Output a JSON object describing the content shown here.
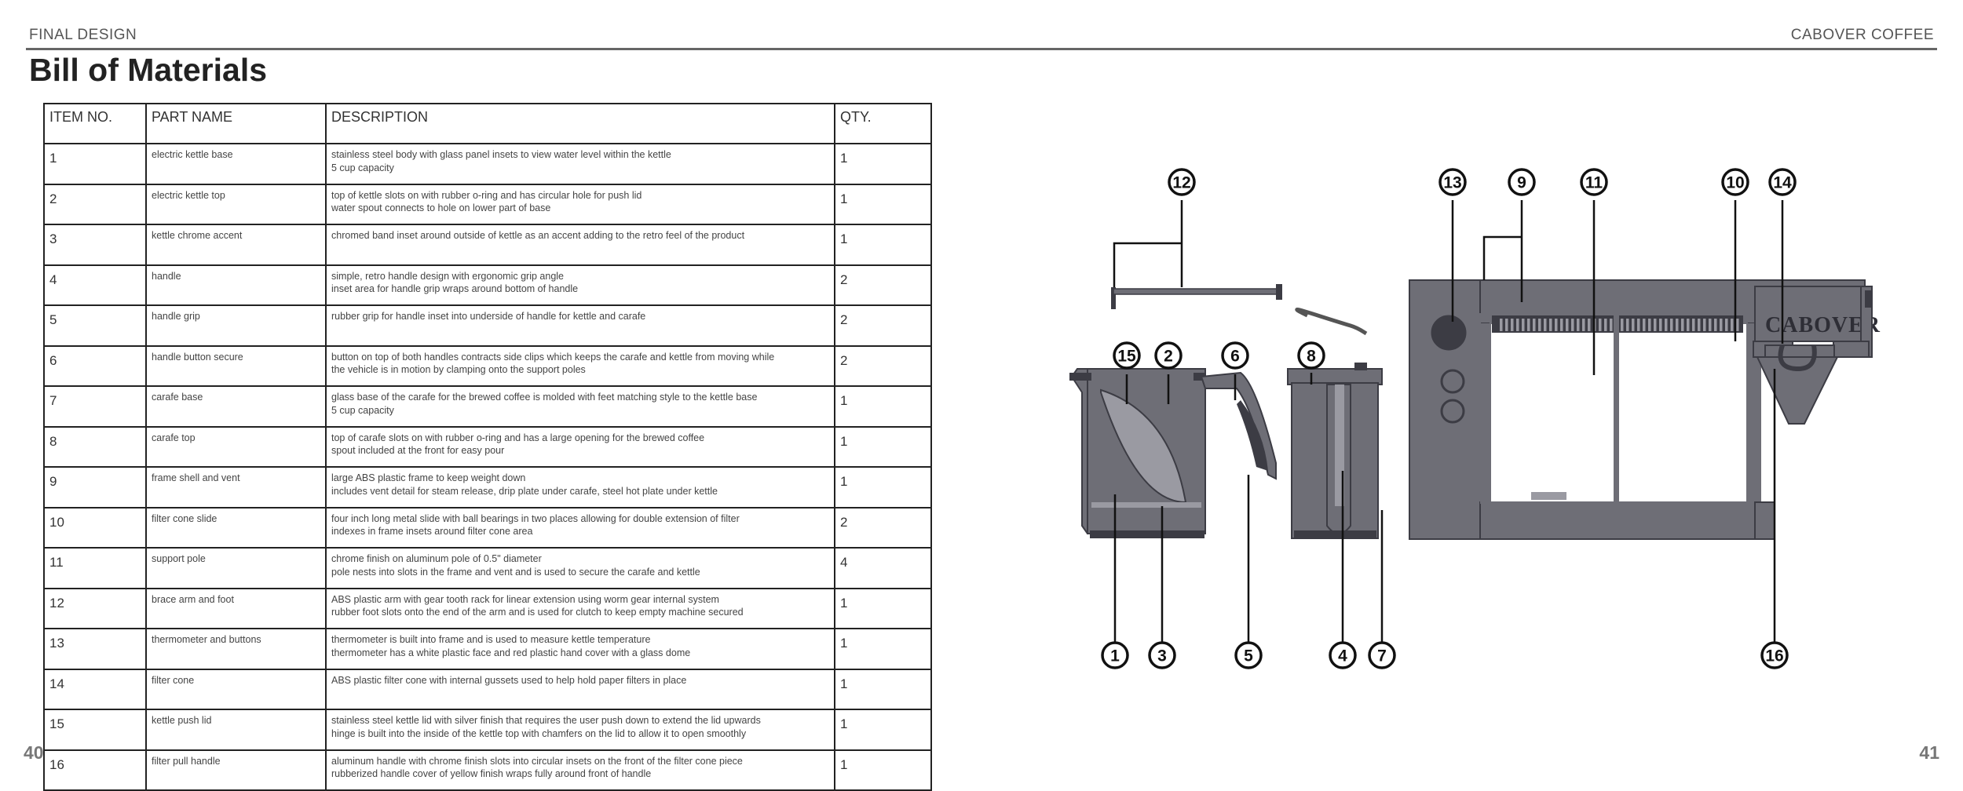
{
  "header": {
    "left": "FINAL DESIGN",
    "right": "CABOVER COFFEE"
  },
  "title": "Bill of Materials",
  "pages": {
    "left": "40",
    "right": "41"
  },
  "table": {
    "headers": [
      "ITEM NO.",
      "PART NAME",
      "DESCRIPTION",
      "QTY."
    ],
    "rows": [
      {
        "no": "1",
        "name": "electric kettle base",
        "desc1": "stainless steel body with glass panel insets to view water level within the kettle",
        "desc2": "5 cup capacity",
        "qty": "1"
      },
      {
        "no": "2",
        "name": "electric kettle top",
        "desc1": "top of kettle slots on with rubber o-ring and has circular hole for push lid",
        "desc2": "water spout connects to hole on lower part of base",
        "qty": "1"
      },
      {
        "no": "3",
        "name": "kettle chrome accent",
        "desc1": "chromed band inset around outside of kettle as an accent adding to the retro feel of the product",
        "desc2": "",
        "qty": "1"
      },
      {
        "no": "4",
        "name": "handle",
        "desc1": "simple, retro handle design with ergonomic grip angle",
        "desc2": "inset area for handle grip wraps around bottom of handle",
        "qty": "2"
      },
      {
        "no": "5",
        "name": "handle grip",
        "desc1": "rubber grip for handle inset into underside of handle for kettle and carafe",
        "desc2": "",
        "qty": "2"
      },
      {
        "no": "6",
        "name": "handle button secure",
        "desc1": "button on top of both handles contracts side clips which keeps the carafe and kettle from moving while",
        "desc2": "the vehicle is in motion by clamping onto the support poles",
        "qty": "2"
      },
      {
        "no": "7",
        "name": "carafe base",
        "desc1": "glass base of the carafe for the brewed coffee is molded with feet matching style to the kettle base",
        "desc2": "5 cup capacity",
        "qty": "1"
      },
      {
        "no": "8",
        "name": "carafe top",
        "desc1": "top of carafe slots on with rubber o-ring and has a large opening for the brewed coffee",
        "desc2": "spout included at the front for easy pour",
        "qty": "1"
      },
      {
        "no": "9",
        "name": "frame shell and vent",
        "desc1": "large ABS plastic frame to keep weight down",
        "desc2": "includes vent detail for steam release, drip plate under carafe, steel hot plate under kettle",
        "qty": "1"
      },
      {
        "no": "10",
        "name": "filter cone slide",
        "desc1": "four inch long metal slide with ball bearings in two places allowing for double extension of filter",
        "desc2": "indexes in frame insets around filter cone area",
        "qty": "2"
      },
      {
        "no": "11",
        "name": "support pole",
        "desc1": "chrome finish on aluminum pole of 0.5\" diameter",
        "desc2": "pole nests into slots in the frame and vent and is used to secure the carafe and kettle",
        "qty": "4"
      },
      {
        "no": "12",
        "name": "brace arm and foot",
        "desc1": "ABS plastic arm with gear tooth rack for linear extension using worm gear internal system",
        "desc2": "rubber foot slots onto the end of the arm and is used for clutch to keep empty machine secured",
        "qty": "1"
      },
      {
        "no": "13",
        "name": "thermometer and buttons",
        "desc1": "thermometer is built into frame and is used to measure kettle temperature",
        "desc2": "thermometer has a white plastic face and red plastic hand cover with a glass dome",
        "qty": "1"
      },
      {
        "no": "14",
        "name": "filter cone",
        "desc1": "ABS plastic filter cone with internal gussets used to help hold paper filters in place",
        "desc2": "",
        "qty": "1"
      },
      {
        "no": "15",
        "name": "kettle push lid",
        "desc1": "stainless steel kettle lid with silver finish that requires the user push down to extend the lid upwards",
        "desc2": "hinge is built into the inside of the kettle top with chamfers on the lid to allow it to open smoothly",
        "qty": "1"
      },
      {
        "no": "16",
        "name": "filter pull handle",
        "desc1": "aluminum handle with chrome finish slots into circular insets on the front of the filter cone piece",
        "desc2": "rubberized handle cover of yellow finish wraps fully around front of handle",
        "qty": "1"
      }
    ]
  },
  "diagram": {
    "brand_text": "CABOVER",
    "callouts": [
      "1",
      "2",
      "3",
      "4",
      "5",
      "6",
      "7",
      "8",
      "9",
      "10",
      "11",
      "12",
      "13",
      "14",
      "15",
      "16"
    ]
  },
  "colors": {
    "body": "#6e6e76",
    "dark": "#3c3c44",
    "light": "#9a9aa2"
  }
}
